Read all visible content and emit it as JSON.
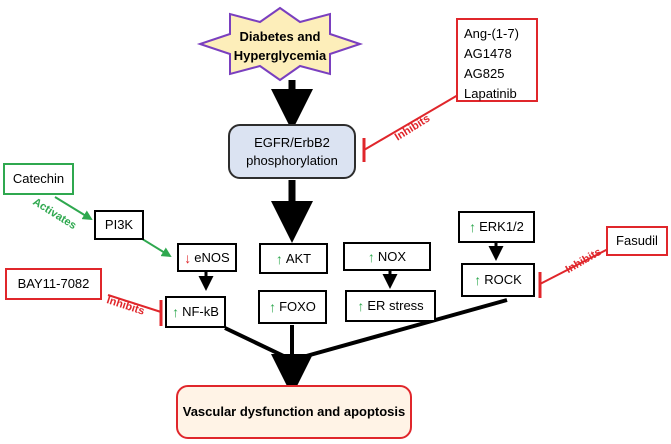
{
  "title_star": {
    "line1": "Diabetes and",
    "line2": "Hyperglycemia"
  },
  "inhibitor_list": [
    "Ang-(1-7)",
    "AG1478",
    "AG825",
    "Lapatinib"
  ],
  "egfr": {
    "line1": "EGFR/ErbB2",
    "line2": "phosphorylation"
  },
  "nodes": {
    "catechin": "Catechin",
    "pi3k": "PI3K",
    "enos": "eNOS",
    "akt": "AKT",
    "nox": "NOX",
    "erk": "ERK1/2",
    "fasudil": "Fasudil",
    "bay": "BAY11-7082",
    "nfkb": "NF-kB",
    "foxo": "FOXO",
    "er_stress": "ER stress",
    "rock": "ROCK"
  },
  "edge_labels": {
    "inhibits_top": "Inhibits",
    "activates": "Activates",
    "inhibits_bay": "Inhibits",
    "inhibits_fasudil": "Inhibits"
  },
  "outcome": "Vascular dysfunction and apoptosis",
  "symbols": {
    "up": "↑",
    "down": "↓"
  },
  "colors": {
    "inhibit": "#e0262b",
    "activate": "#2fa84f",
    "egfr_fill": "#dbe3f2",
    "star_fill": "#fdeeba",
    "star_border": "#7a3fbf",
    "outcome_fill": "#fff3e6"
  }
}
